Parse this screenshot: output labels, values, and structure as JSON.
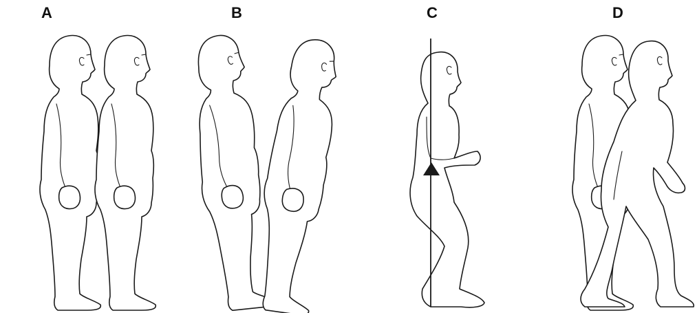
{
  "panels": [
    {
      "label": "A"
    },
    {
      "label": "B"
    },
    {
      "label": "C"
    },
    {
      "label": "D"
    }
  ],
  "colors": {
    "outline": "#1a1a1a",
    "background": "#ffffff"
  }
}
